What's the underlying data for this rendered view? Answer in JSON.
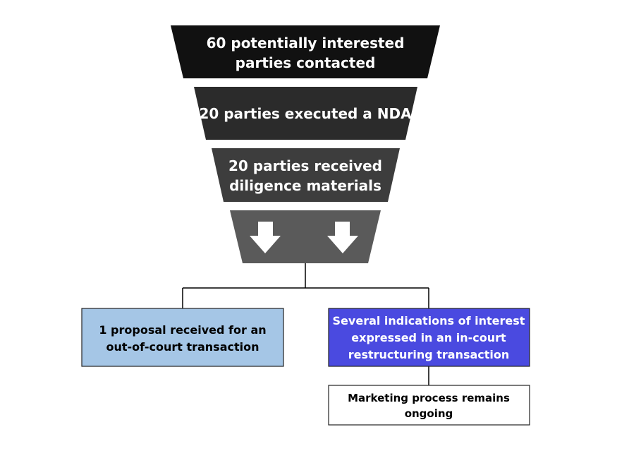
{
  "funnel": {
    "stage1": {
      "line1": "60 potentially interested",
      "line2": "parties contacted",
      "color": "#111111"
    },
    "stage2": {
      "label": "20 parties executed a NDA",
      "color": "#2b2b2b"
    },
    "stage3": {
      "line1": "20 parties received",
      "line2": "diligence materials",
      "color": "#3d3d3d"
    },
    "stage4": {
      "color": "#5a5a5a",
      "icons": [
        "arrow-down-icon",
        "arrow-down-icon"
      ]
    }
  },
  "outcomes": {
    "left": {
      "line1": "1 proposal received for an",
      "line2": "out-of-court transaction",
      "fill": "#a5c6e6",
      "text_color": "#000000"
    },
    "right": {
      "line1": "Several indications of interest",
      "line2": "expressed in an in-court",
      "line3": "restructuring transaction",
      "fill": "#4a4ae0",
      "text_color": "#ffffff"
    }
  },
  "followup": {
    "line1": "Marketing process remains",
    "line2": "ongoing",
    "fill": "#ffffff",
    "text_color": "#000000"
  }
}
